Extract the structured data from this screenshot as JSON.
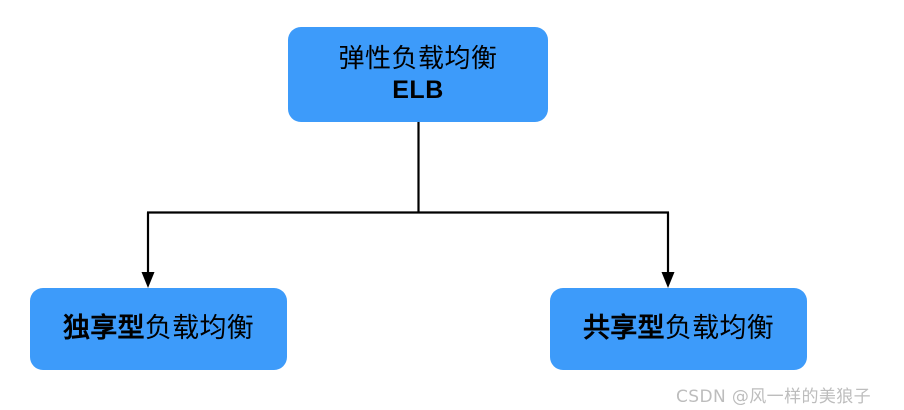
{
  "diagram": {
    "type": "hierarchy-tree",
    "background_color": "#ffffff",
    "node_fill_color": "#3d9bfa",
    "node_text_color": "#000000",
    "connector_color": "#000000",
    "root": {
      "name": "elastic-load-balance",
      "line_1": "弹性负载均衡",
      "line_2": "ELB"
    },
    "children": [
      {
        "name": "dedicated-load-balancer",
        "label_bold": "独享型",
        "label_normal": "负载均衡"
      },
      {
        "name": "shared-load-balancer",
        "label_bold": "共享型",
        "label_normal": "负载均衡"
      }
    ]
  },
  "watermark": {
    "text": "CSDN @风一样的美狼子",
    "color": "#bdbdbd"
  }
}
